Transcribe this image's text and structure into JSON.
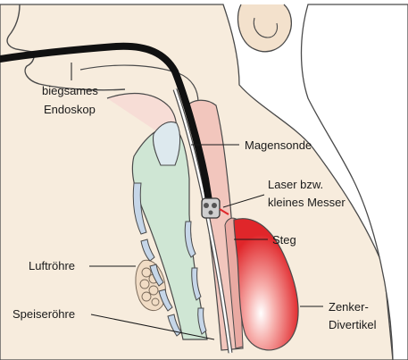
{
  "diagram": {
    "labels": {
      "endoscope_line1": "biegsames",
      "endoscope_line2": "Endoskop",
      "gastric_tube": "Magensonde",
      "laser_line1": "Laser bzw.",
      "laser_line2": "kleines Messer",
      "septum": "Steg",
      "trachea": "Luftröhre",
      "esophagus": "Speiseröhre",
      "zenker_line1": "Zenker-",
      "zenker_line2": "Divertikel"
    },
    "colors": {
      "skin": "#f7ecdd",
      "outline": "#4a4a4a",
      "esophagus": "#f2c6bd",
      "trachea": "#cfe6d4",
      "cartilage": "#c6d6e8",
      "diverticulum": "#e0262a",
      "endoscope": "#111111",
      "thyroid": "#f1dcc5"
    }
  }
}
